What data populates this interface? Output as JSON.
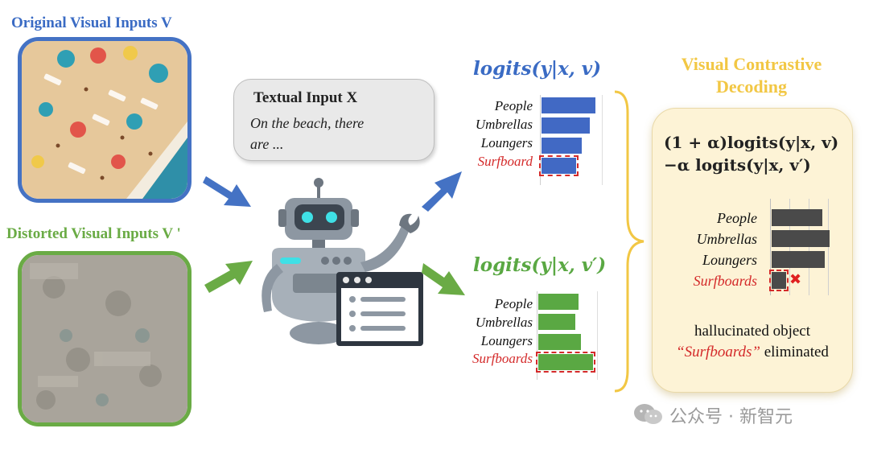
{
  "left": {
    "original_title": "Original Visual Inputs V",
    "distorted_title": "Distorted Visual Inputs V '"
  },
  "text_input": {
    "title": "Textual Input X",
    "body_line1": "On the beach, there",
    "body_line2": "are ..."
  },
  "logits_original": {
    "title": "logits(y|x, v)",
    "labels": [
      "People",
      "Umbrellas",
      "Loungers",
      "Surfboard"
    ],
    "values": [
      0.95,
      0.85,
      0.72,
      0.62
    ],
    "color": "#4169c4"
  },
  "logits_distorted": {
    "title": "logits(y|x, v′)",
    "labels": [
      "People",
      "Umbrellas",
      "Loungers",
      "Surfboards"
    ],
    "values": [
      0.68,
      0.62,
      0.72,
      0.92
    ],
    "color": "#5aa843"
  },
  "vcd": {
    "title_line1": "Visual Contrastive",
    "title_line2": "Decoding",
    "formula_line1": "(1 + α)logits(y|x, v)",
    "formula_line2": "−α logits(y|x, v′)",
    "labels": [
      "People",
      "Umbrellas",
      "Loungers",
      "Surfboards"
    ],
    "values": [
      0.88,
      1.0,
      0.92,
      0.25
    ],
    "bar_color": "#4a4a4a",
    "note_line1": "hallucinated object",
    "note_highlight": "“Surfboards”",
    "note_line2": " eliminated"
  },
  "watermark": "公众号 · 新智元"
}
